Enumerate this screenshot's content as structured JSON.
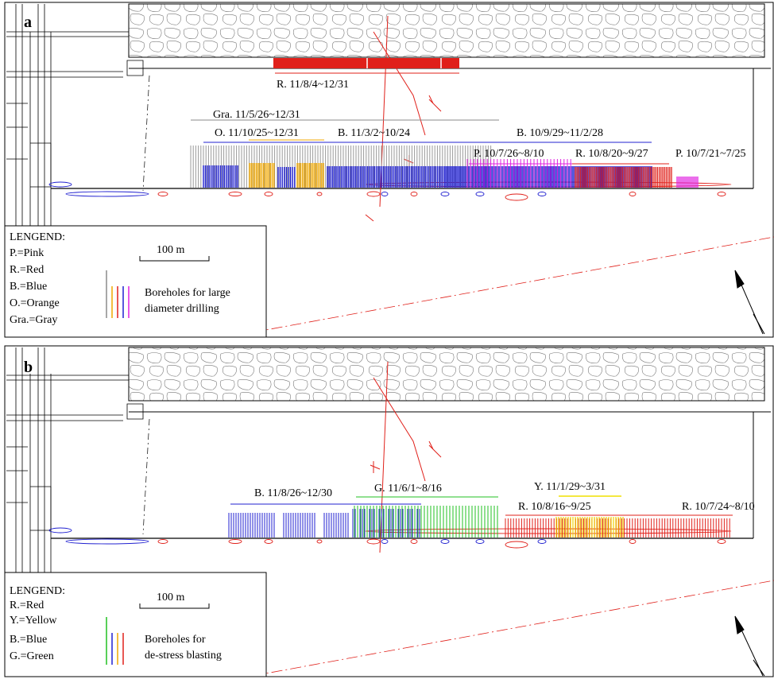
{
  "panels": [
    {
      "id": "a",
      "label": "a",
      "annotations": [
        {
          "text": "R. 11/8/4~12/31",
          "color": "#e0201a"
        },
        {
          "text": "Gra. 11/5/26~12/31",
          "color": "#8a8a8a"
        },
        {
          "text": "O. 11/10/25~12/31",
          "color": "#f0a800"
        },
        {
          "text": "B. 11/3/2~10/24",
          "color": "#2020d0"
        },
        {
          "text": "B. 10/9/29~11/2/28",
          "color": "#2020d0"
        },
        {
          "text": "P. 10/7/26~8/10",
          "color": "#e020e0"
        },
        {
          "text": "R. 10/8/20~9/27",
          "color": "#e0201a"
        },
        {
          "text": "P. 10/7/21~7/25",
          "color": "#e020e0"
        }
      ],
      "legend": {
        "title": "LENGEND:",
        "items": [
          "P.=Pink",
          "R.=Red",
          "B.=Blue",
          "O.=Orange",
          "Gra.=Gray"
        ],
        "scale_label": "100 m",
        "desc": [
          "Boreholes for large",
          "diameter drilling"
        ],
        "swatch_colors": [
          "#8a8a8a",
          "#f0a800",
          "#e0201a",
          "#2020d0",
          "#e020e0"
        ]
      }
    },
    {
      "id": "b",
      "label": "b",
      "annotations": [
        {
          "text": "B. 11/8/26~12/30",
          "color": "#2020d0"
        },
        {
          "text": "G. 11/6/1~8/16",
          "color": "#20c020"
        },
        {
          "text": "Y. 11/1/29~3/31",
          "color": "#f0e000"
        },
        {
          "text": "R. 10/8/16~9/25",
          "color": "#e0201a"
        },
        {
          "text": "R. 10/7/24~8/10",
          "color": "#e0201a"
        }
      ],
      "legend": {
        "title": "LENGEND:",
        "items": [
          "R.=Red",
          "Y.=Yellow",
          "B.=Blue",
          "G.=Green"
        ],
        "scale_label": "100 m",
        "desc": [
          "Boreholes for",
          "de-stress blasting"
        ],
        "swatch_colors": [
          "#20c020",
          "#2020d0",
          "#f0a800",
          "#e0201a"
        ]
      }
    }
  ]
}
